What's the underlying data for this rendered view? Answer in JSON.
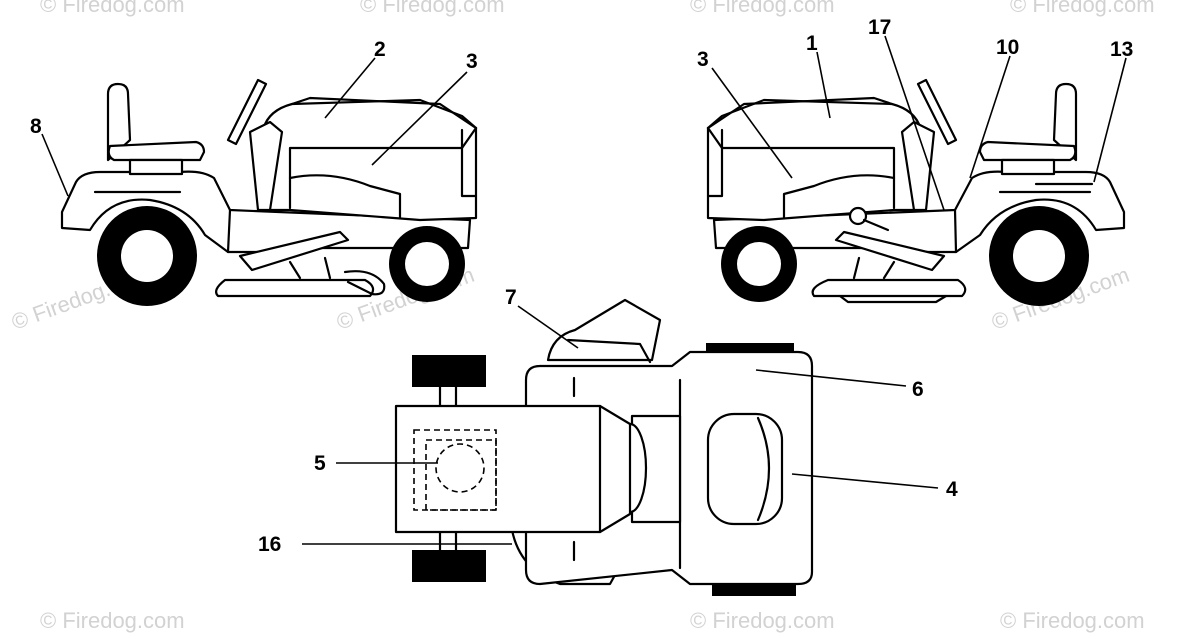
{
  "watermark": {
    "text": "© Firedog.com",
    "color": "#d2d2d2"
  },
  "callouts": {
    "left_view": {
      "c8": "8",
      "c2": "2",
      "c3": "3"
    },
    "right_view": {
      "c3": "3",
      "c1": "1",
      "c17": "17",
      "c10": "10",
      "c13": "13"
    },
    "top_view": {
      "c7": "7",
      "c6": "6",
      "c5": "5",
      "c4": "4",
      "c16": "16"
    }
  },
  "colors": {
    "line": "#000000",
    "background": "#ffffff"
  }
}
